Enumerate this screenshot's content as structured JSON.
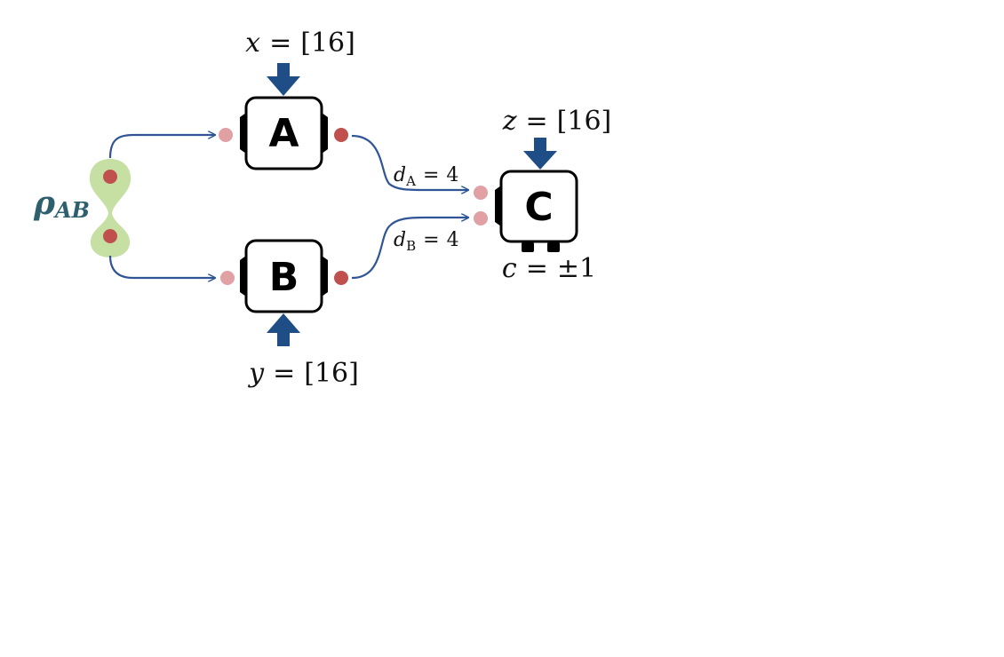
{
  "colors": {
    "wire": "#2f5597",
    "arrow": "#1f4e87",
    "port_light": "#e0a0a4",
    "port_dark": "#c0504d",
    "state_blob": "#c6e0a4",
    "rho_text": "#2e5f6e",
    "box_stroke": "#000000"
  },
  "state": {
    "symbol": "ρ",
    "subscript": "AB"
  },
  "boxes": {
    "A": {
      "label": "A",
      "input_var": "x",
      "input_value": "[16]"
    },
    "B": {
      "label": "B",
      "input_var": "y",
      "input_value": "[16]"
    },
    "C": {
      "label": "C",
      "input_var": "z",
      "input_value": "[16]",
      "output_var": "c",
      "output_value": "±1"
    }
  },
  "channels": {
    "A": {
      "var": "d",
      "sub": "A",
      "value": "4"
    },
    "B": {
      "var": "d",
      "sub": "B",
      "value": "4"
    }
  },
  "symbols": {
    "equals": "="
  }
}
